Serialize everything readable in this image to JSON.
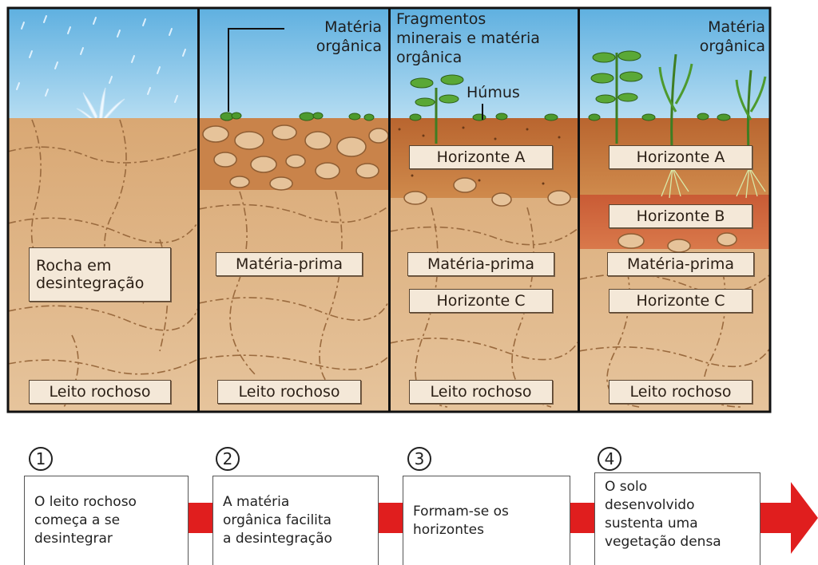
{
  "panels": [
    {
      "labels": {
        "rocha": "Rocha em\ndesintegração",
        "leito": "Leito rochoso"
      }
    },
    {
      "callout_materia": "Matéria\norgânica",
      "labels": {
        "materia_prima": "Matéria-prima",
        "leito": "Leito rochoso"
      }
    },
    {
      "callout_fragmentos": "Fragmentos\nminerais e matéria\norgânica",
      "callout_humus": "Húmus",
      "labels": {
        "horizonte_a": "Horizonte A",
        "materia_prima": "Matéria-prima",
        "horizonte_c": "Horizonte C",
        "leito": "Leito rochoso"
      }
    },
    {
      "callout_materia": "Matéria\norgânica",
      "labels": {
        "horizonte_a": "Horizonte A",
        "horizonte_b": "Horizonte B",
        "materia_prima": "Matéria-prima",
        "horizonte_c": "Horizonte C",
        "leito": "Leito rochoso"
      }
    }
  ],
  "steps": [
    {
      "number": "1",
      "text": "O leito rochoso\ncomeça a se\ndesintegrar"
    },
    {
      "number": "2",
      "text": "A matéria\norgânica facilita\na desintegração"
    },
    {
      "number": "3",
      "text": "Formam-se os\nhorizontes"
    },
    {
      "number": "4",
      "text": "O solo\ndesenvolvido\nsustenta uma\nvegetação densa"
    }
  ],
  "colors": {
    "sky": "#7fc3e8",
    "rock": "#dcb487",
    "soil_dark": "#c8743a",
    "horizon_b": "#d2633c",
    "arrow": "#e01e1e",
    "leaf": "#4d9a2e"
  }
}
